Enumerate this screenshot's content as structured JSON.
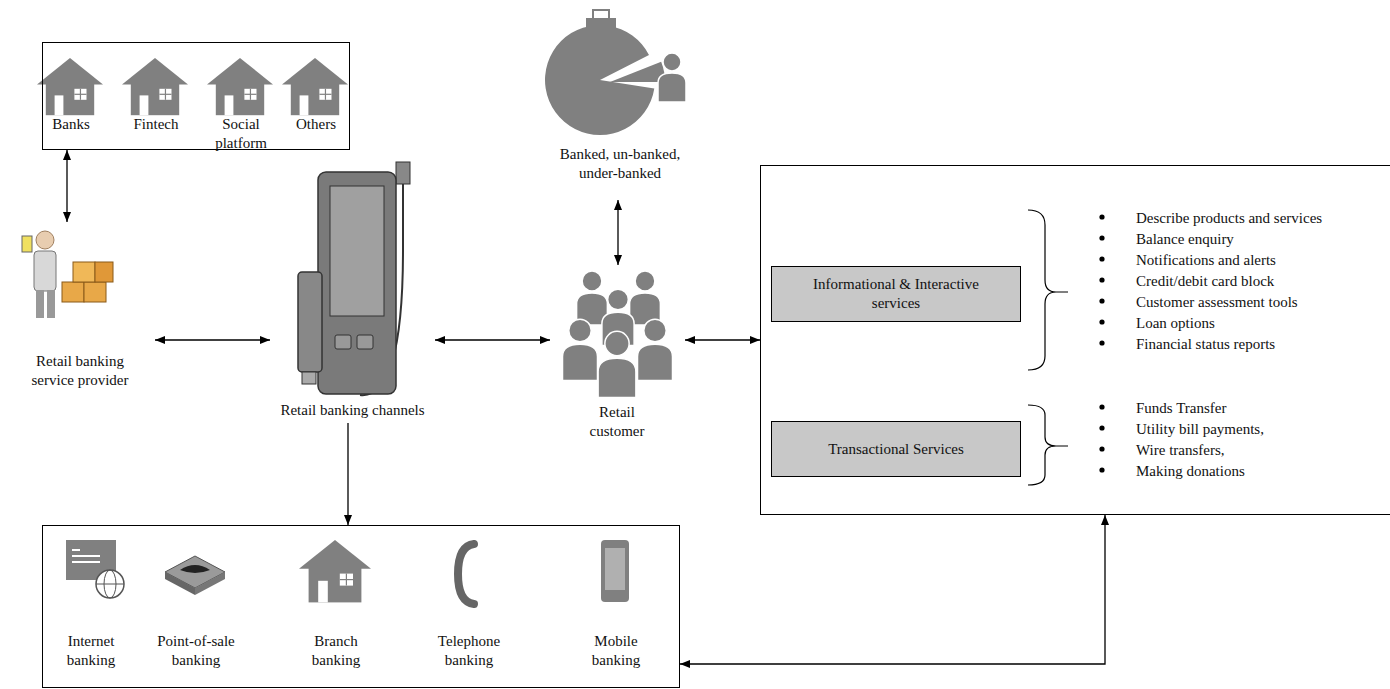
{
  "diagram": {
    "nodes": [
      {
        "text": [
          "Banks",
          "Fintech",
          "Social platform",
          "Others"
        ]
      },
      {
        "text": [
          "Retail banking service provider"
        ]
      },
      {
        "text": [
          "Retail banking channels"
        ]
      },
      {
        "text": [
          "Banked, un-banked, under-banked"
        ]
      },
      {
        "text": [
          "Retail customer"
        ]
      },
      {
        "text": [
          "Describe products and services",
          "Balance enquiry",
          "Notifications and alerts",
          "Credit/debit card block",
          "Customer assessment tools",
          "Loan options",
          "Financial status reports",
          "Funds Transfer",
          "Utility bill payments,",
          "Wire transfers,",
          "Making donations"
        ]
      },
      {
        "text": [
          "Informational & Interactive services"
        ],
        "in": 5
      },
      {
        "text": [
          "Transactional Services"
        ],
        "in": 5
      },
      {
        "text": [
          "Internet banking",
          "Point-of-sale banking",
          "Branch banking",
          "Telephone banking",
          "Mobile banking"
        ]
      }
    ],
    "edges": [
      {
        "from": 0,
        "to": 1,
        "arrow": "both"
      },
      {
        "from": 1,
        "to": 2,
        "arrow": "both"
      },
      {
        "from": 2,
        "to": 4,
        "arrow": "both"
      },
      {
        "from": 3,
        "to": 4,
        "arrow": "both"
      },
      {
        "from": 4,
        "to": 5,
        "arrow": "both"
      },
      {
        "from": 2,
        "to": 8,
        "arrow": "to"
      },
      {
        "from": 8,
        "to": 5,
        "arrow": "both"
      }
    ]
  }
}
